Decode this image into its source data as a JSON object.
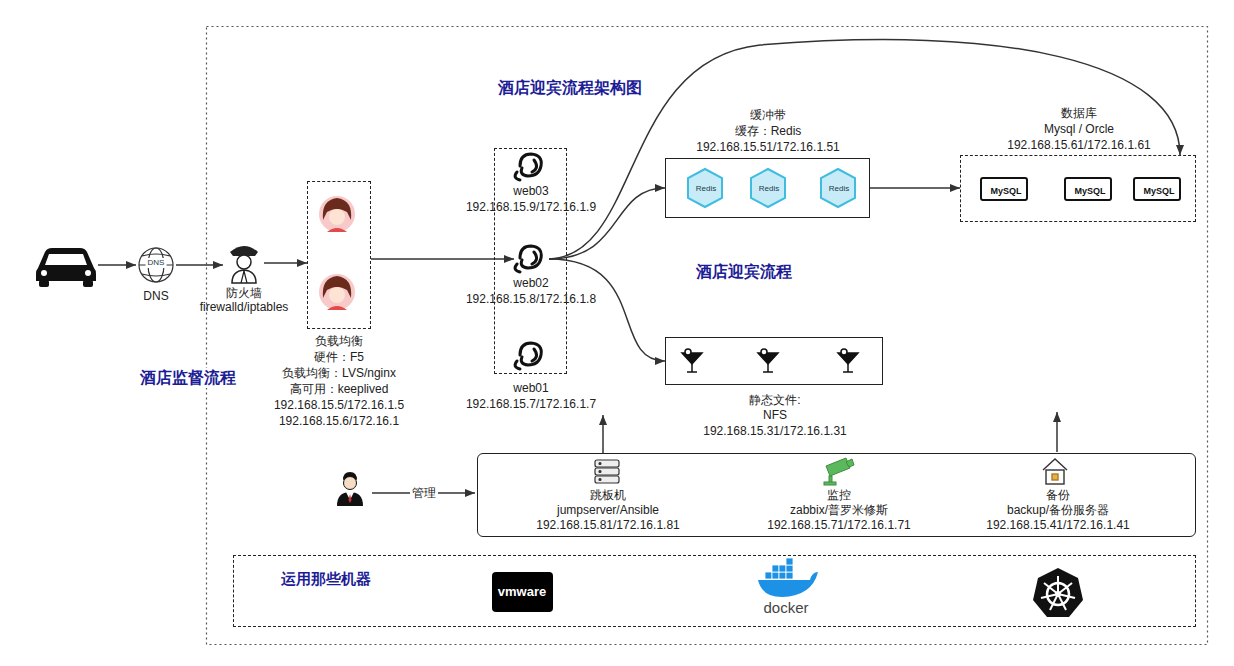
{
  "diagram": {
    "title": "酒店迎宾流程架构图",
    "nodes": [
      {
        "text": [
          "DNS",
          "DNS"
        ]
      },
      {
        "text": [
          "防火墙 firewalld/iptables"
        ]
      },
      {
        "text": [
          "负载均衡",
          "硬件：F5",
          "负载均衡：LVS/nginx",
          "高可用：keeplived",
          "192.168.15.5/172.16.1.5",
          "192.168.15.6/172.16.1"
        ]
      },
      {
        "text": []
      },
      {
        "text": [
          "web03",
          "192.168.15.9/172.16.1.9"
        ],
        "in": 3
      },
      {
        "text": [
          "web02",
          "192.168.15.8/172.16.1.8"
        ],
        "in": 3
      },
      {
        "text": [
          "web01",
          "192.168.15.7/172.16.1.7"
        ],
        "in": 3
      },
      {
        "text": [
          "缓冲带",
          "缓存：Redis",
          "192.168.15.51/172.16.1.51"
        ]
      },
      {
        "text": [
          "Redis"
        ],
        "in": 7
      },
      {
        "text": [
          "Redis"
        ],
        "in": 7
      },
      {
        "text": [
          "Redis"
        ],
        "in": 7
      },
      {
        "text": [
          "数据库",
          "Mysql / Orcle",
          "192.168.15.61/172.16.1.61"
        ]
      },
      {
        "text": [
          "MySQL"
        ],
        "in": 11
      },
      {
        "text": [
          "MySQL"
        ],
        "in": 11
      },
      {
        "text": [
          "MySQL"
        ],
        "in": 11
      },
      {
        "text": [
          "静态文件:",
          "NFS",
          "192.168.15.31/172.16.1.31"
        ]
      },
      {
        "text": []
      },
      {
        "text": [
          "跳板机",
          "jumpserver/Ansible",
          "192.168.15.81/172.16.1.81"
        ],
        "in": 16
      },
      {
        "text": [
          "监控",
          "zabbix/普罗米修斯",
          "192.168.15.71/172.16.1.71"
        ],
        "in": 16
      },
      {
        "text": [
          "备份",
          "backup/备份服务器",
          "192.168.15.41/172.16.1.41"
        ],
        "in": 16
      },
      {
        "text": [
          "运用那些机器"
        ]
      },
      {
        "text": [
          "vmware"
        ],
        "in": 20
      },
      {
        "text": [
          "docker"
        ],
        "in": 20
      }
    ],
    "edges": [
      {
        "from": 0,
        "to": 1,
        "arrow": "to"
      },
      {
        "from": 1,
        "to": 2,
        "arrow": "to"
      },
      {
        "from": 2,
        "to": 5,
        "arrow": "to"
      },
      {
        "from": 5,
        "to": 7,
        "arrow": "to"
      },
      {
        "from": 5,
        "to": 11,
        "arrow": "to"
      },
      {
        "from": 5,
        "to": 15,
        "arrow": "to"
      },
      {
        "from": 7,
        "to": 11,
        "arrow": "to"
      },
      {
        "from": 16,
        "to": 3,
        "arrow": "to"
      }
    ],
    "labels": [
      "酒店迎宾流程",
      "酒店监督流程",
      "管理"
    ]
  }
}
